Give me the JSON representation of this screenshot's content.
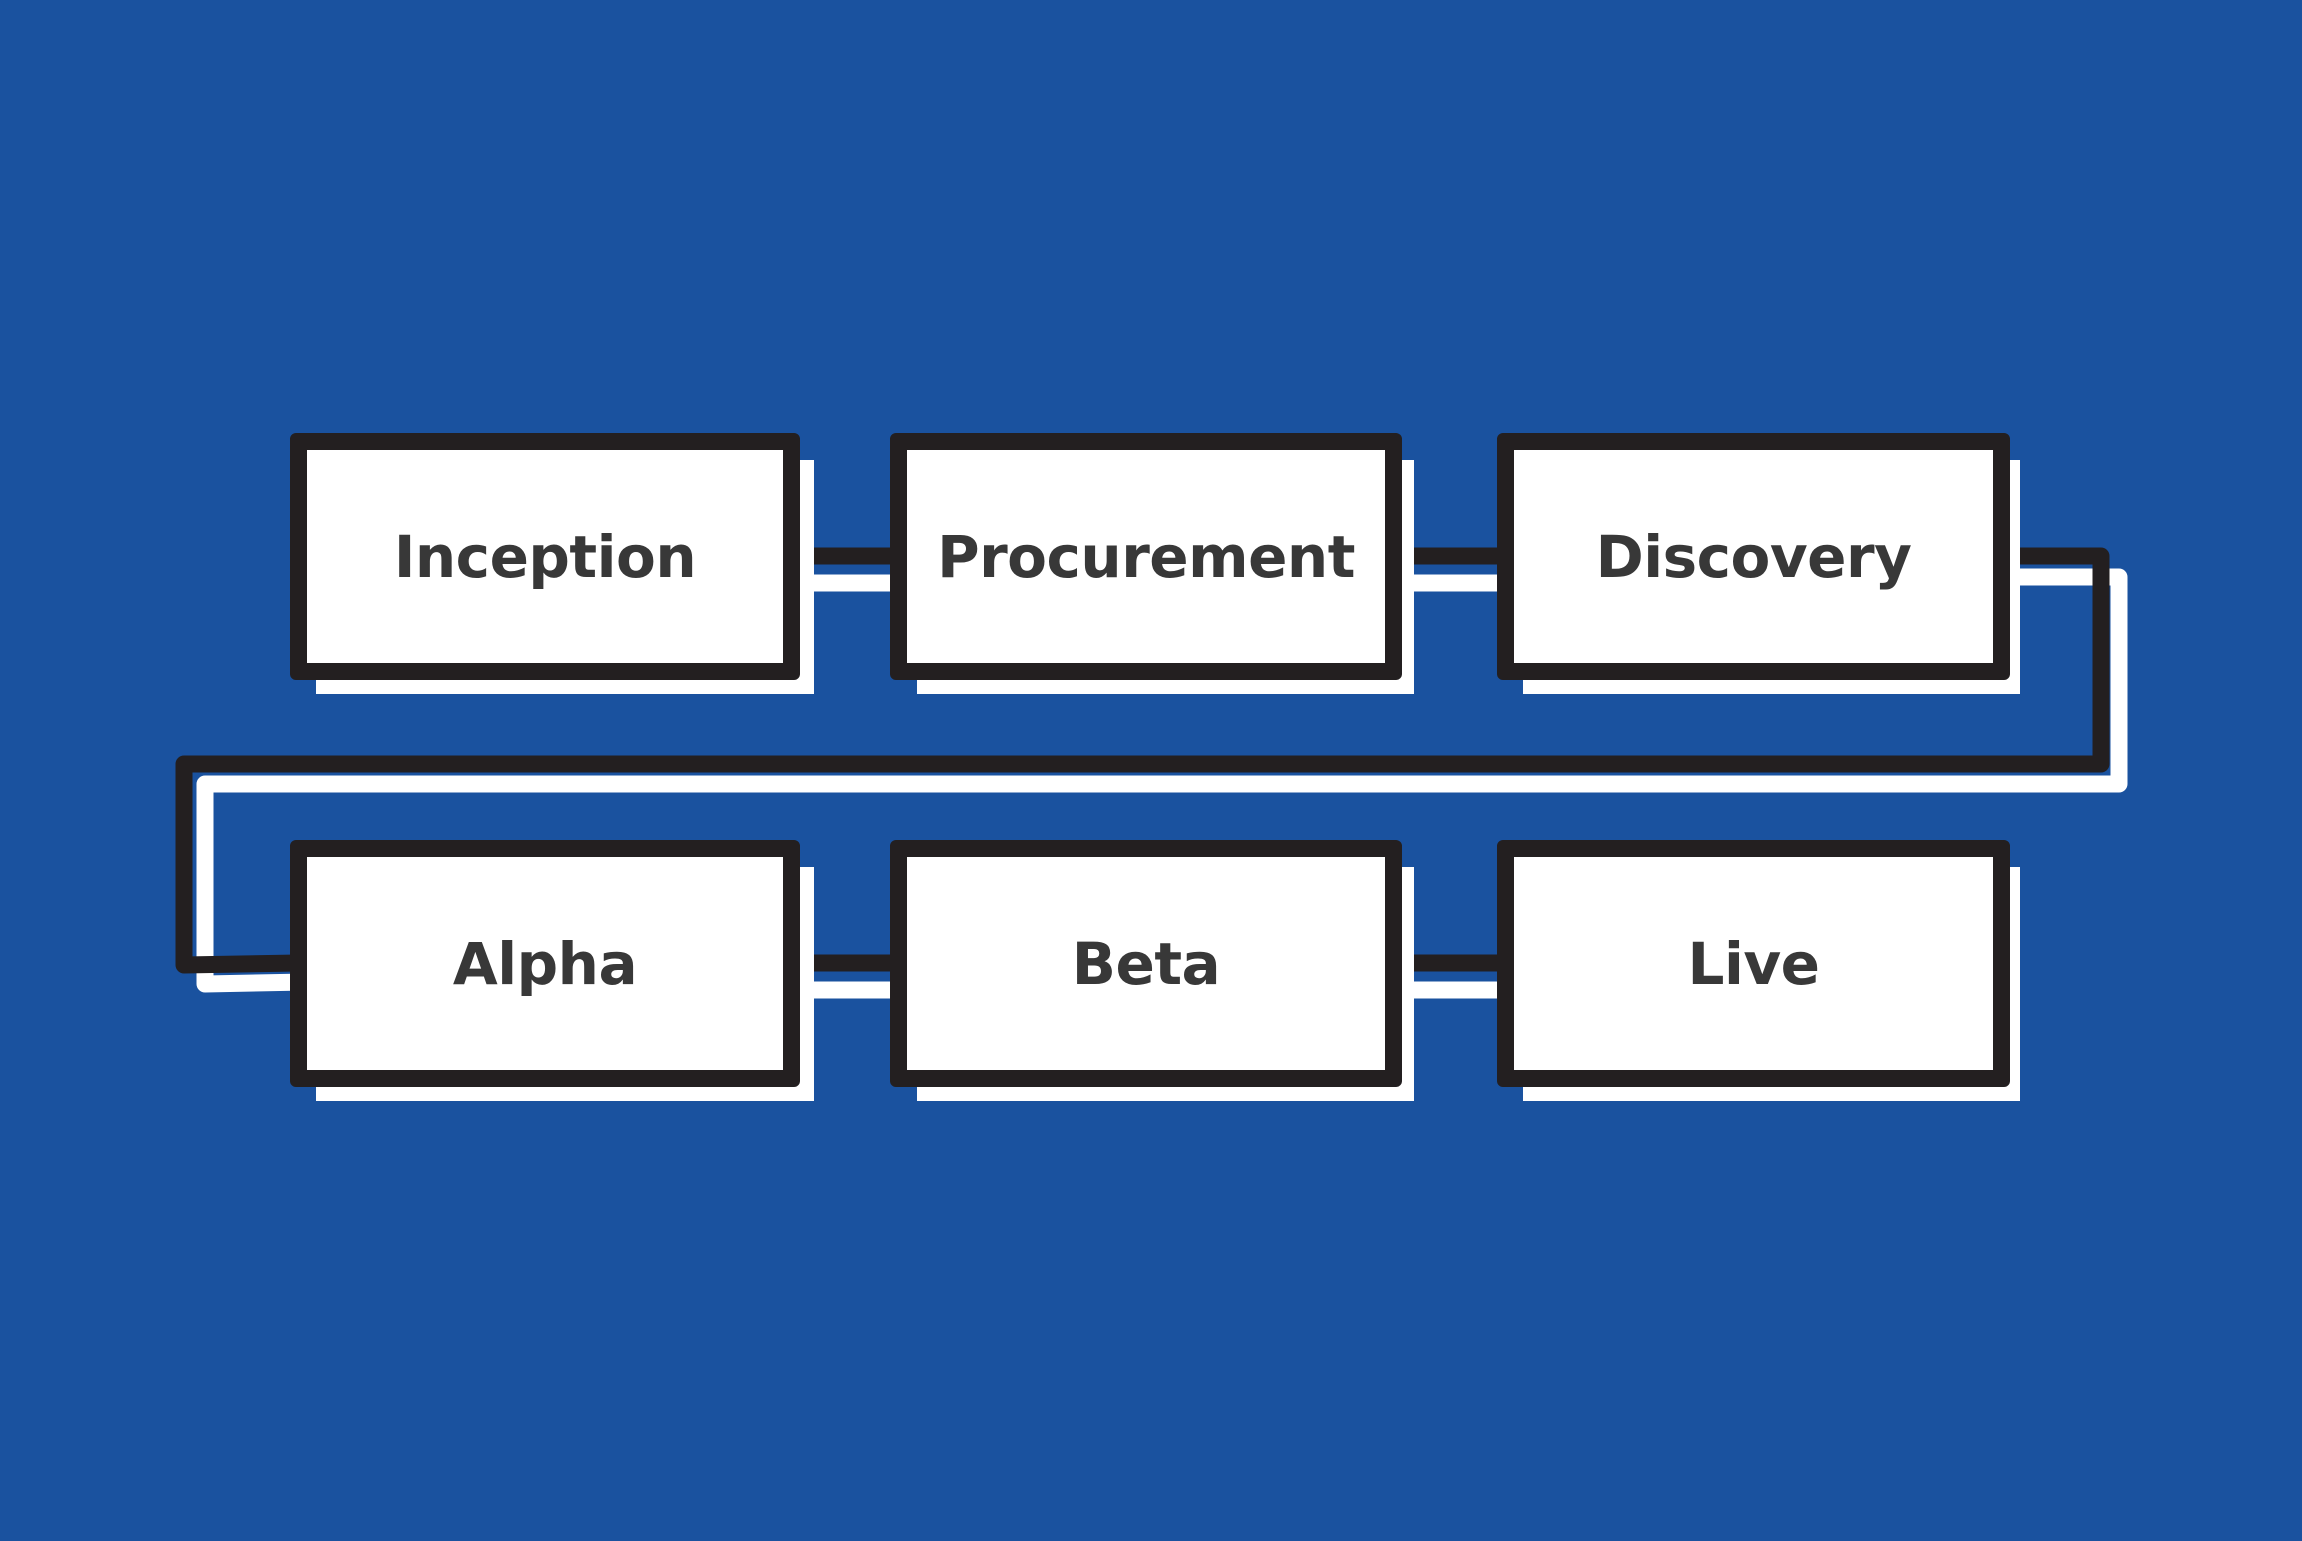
{
  "colors": {
    "background": "#1a529f",
    "box_fill": "#ffffff",
    "outline": "#231f20",
    "shadow": "#ffffff",
    "label_text": "#383838"
  },
  "stages": [
    {
      "id": "inception",
      "label": "Inception"
    },
    {
      "id": "procurement",
      "label": "Procurement"
    },
    {
      "id": "discovery",
      "label": "Discovery"
    },
    {
      "id": "alpha",
      "label": "Alpha"
    },
    {
      "id": "beta",
      "label": "Beta"
    },
    {
      "id": "live",
      "label": "Live"
    }
  ],
  "connections": [
    {
      "from": "inception",
      "to": "procurement"
    },
    {
      "from": "procurement",
      "to": "discovery"
    },
    {
      "from": "discovery",
      "to": "alpha"
    },
    {
      "from": "alpha",
      "to": "beta"
    },
    {
      "from": "beta",
      "to": "live"
    }
  ]
}
